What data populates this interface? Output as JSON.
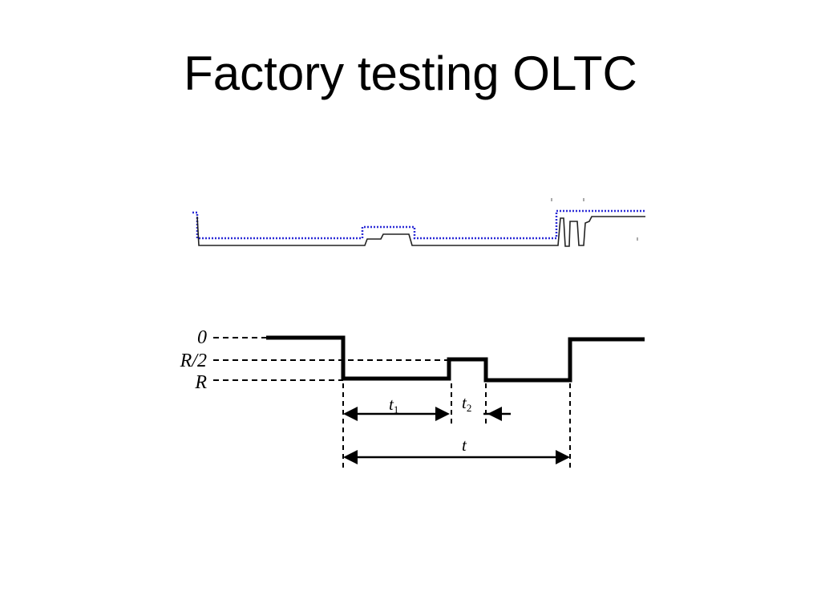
{
  "slide": {
    "title": "Factory testing OLTC"
  },
  "diagram": {
    "level_labels": [
      "0",
      "R/2",
      "R"
    ],
    "interval_labels": {
      "t1": "t",
      "t1_sub": "1",
      "t2": "t",
      "t2_sub": "2",
      "t": "t"
    },
    "colors": {
      "trace": "#000000",
      "dotted_trace": "#2b2bd6",
      "waveform": "#000000"
    }
  }
}
